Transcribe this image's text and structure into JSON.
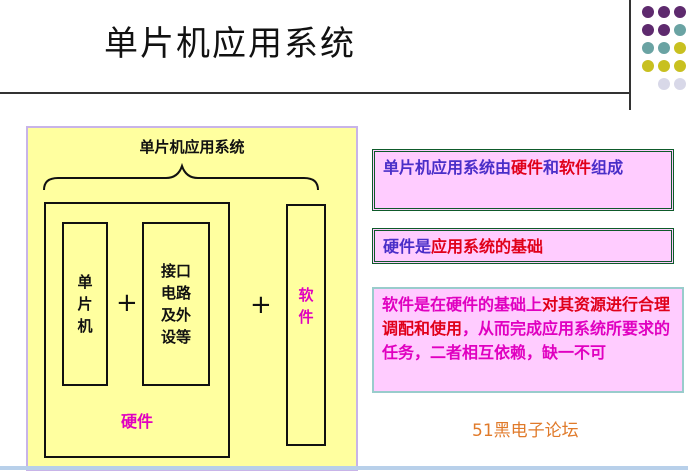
{
  "slide": {
    "title": "单片机应用系统"
  },
  "diagram": {
    "panel_title": "单片机应用系统",
    "mcu": [
      "单",
      "片",
      "机"
    ],
    "interface": [
      "接口",
      "电路",
      "及外",
      "设等"
    ],
    "hardware_label": "硬件",
    "software": [
      "软",
      "件"
    ],
    "plus": "+"
  },
  "notes": {
    "n1": {
      "p1": "单片机应用系统由",
      "p2": "硬件",
      "p3": "和",
      "p4": "软件",
      "p5": "组成"
    },
    "n2": {
      "p1": "硬件",
      "p2": "是",
      "p3": "应用系统的基础"
    },
    "n3": {
      "p1": "软件",
      "p2": "是在硬件的基础上",
      "p3": "对其资源",
      "p4": "进行合理调配和使用",
      "p5": "，从而完成应用系统所要求的任务，二者相互依赖，缺一不可"
    }
  },
  "watermark": "51黑电子论坛",
  "colors": {
    "panel_bg": "#ffff9f",
    "note_bg": "#ffccff",
    "accent_magenta": "#e000c0",
    "accent_red": "#e0001a",
    "text_blue": "#4a2ec8"
  }
}
